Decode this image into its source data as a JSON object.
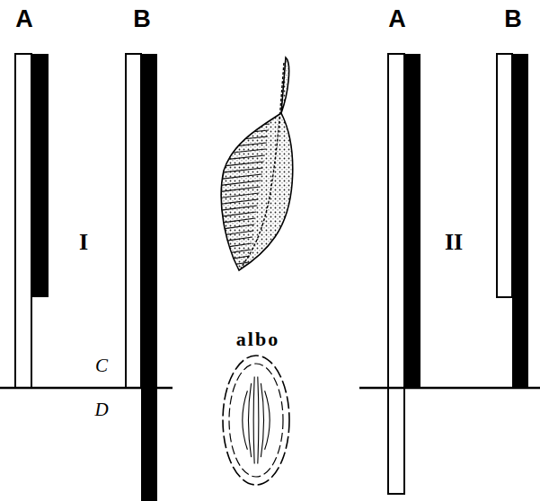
{
  "diagram": {
    "labels": [
      "A",
      "B",
      "I",
      "C",
      "D",
      "albo",
      "A",
      "B",
      "II"
    ]
  }
}
